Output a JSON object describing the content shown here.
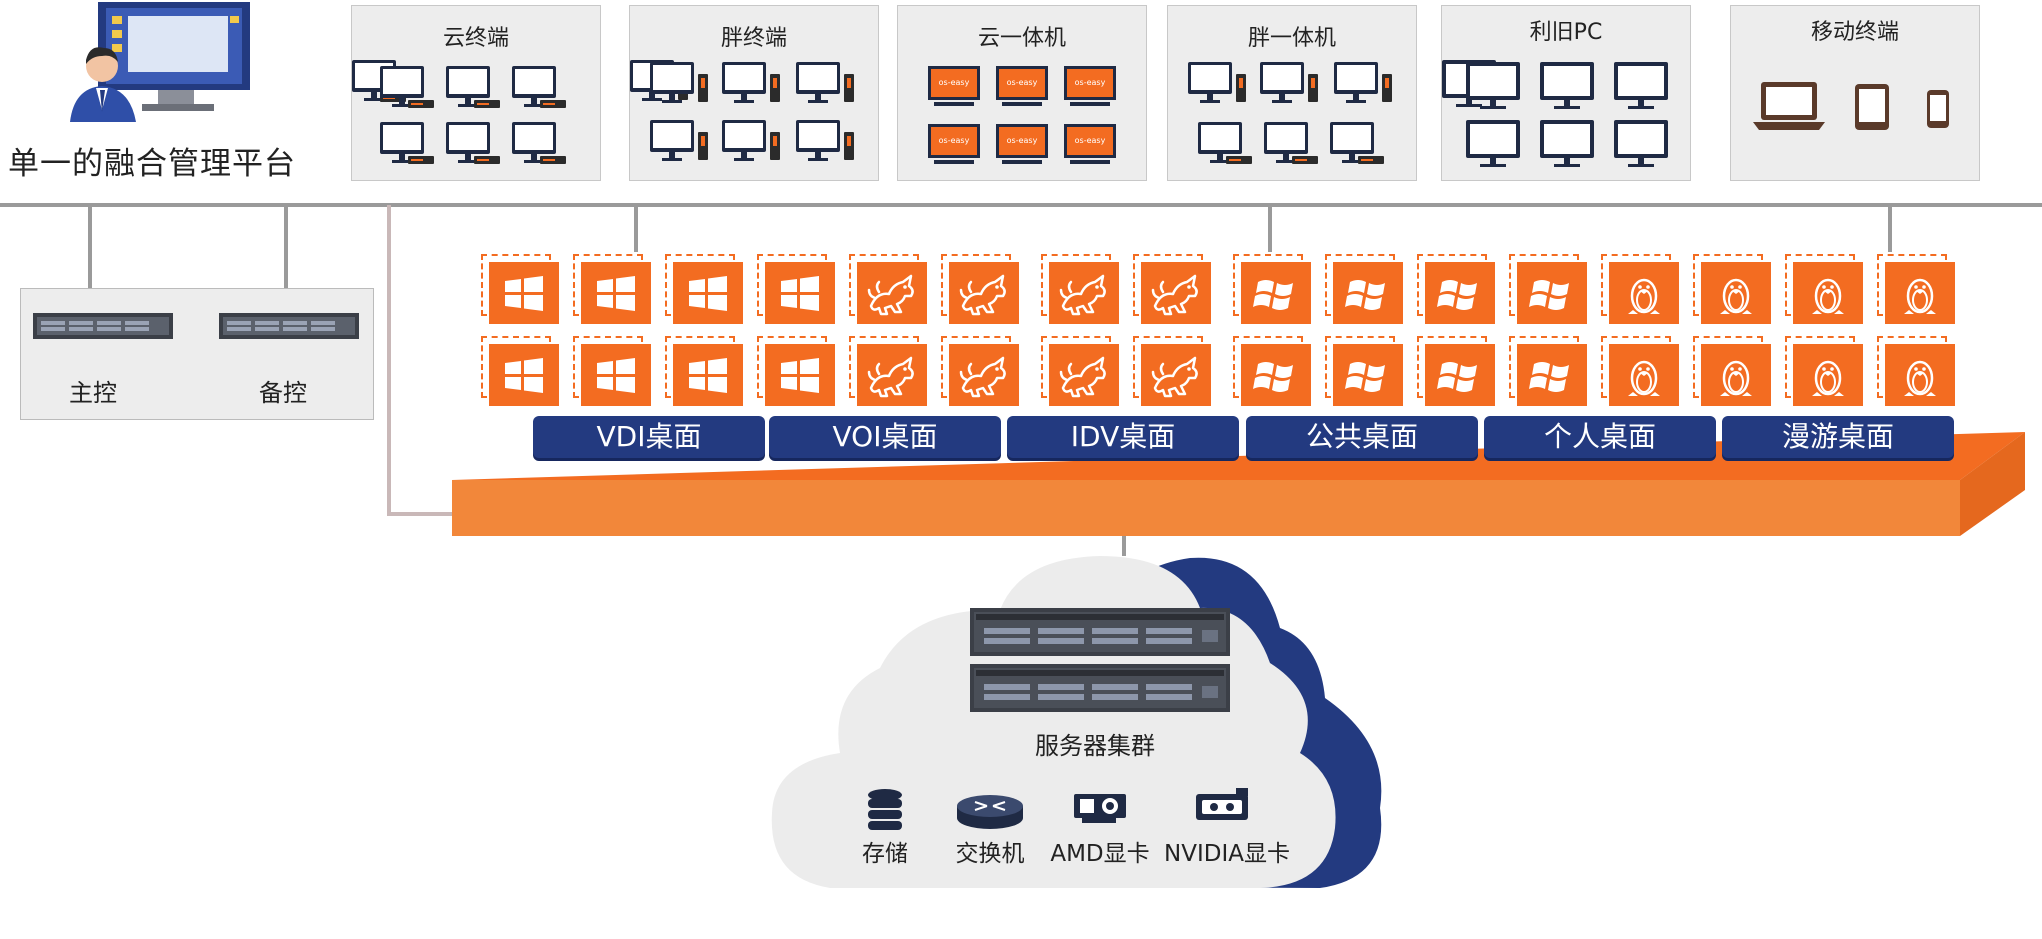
{
  "admin": {
    "title": "单一的融合管理平台"
  },
  "terminal_groups": [
    {
      "title": "云终端"
    },
    {
      "title": "胖终端"
    },
    {
      "title": "云一体机"
    },
    {
      "title": "胖一体机"
    },
    {
      "title": "利旧PC"
    },
    {
      "title": "移动终端"
    }
  ],
  "screen_text": "os-easy",
  "controllers": {
    "primary": "主控",
    "backup": "备控"
  },
  "desktop_types": [
    {
      "label": "VDI桌面",
      "icon": "windows-icon"
    },
    {
      "label": "VOI桌面",
      "icon": "kylin-icon"
    },
    {
      "label": "IDV桌面",
      "icon": "kylin-icon"
    },
    {
      "label": "公共桌面",
      "icon": "windows-xp-icon"
    },
    {
      "label": "个人桌面",
      "icon": "windows-xp-icon"
    },
    {
      "label": "漫游桌面",
      "icon": "linux-tux-icon"
    }
  ],
  "cloud": {
    "caption": "服务器集群",
    "resources": [
      {
        "label": "存储"
      },
      {
        "label": "交换机"
      },
      {
        "label": "AMD显卡"
      },
      {
        "label": "NVIDIA显卡"
      }
    ]
  },
  "colors": {
    "accent_orange": "#f36c21",
    "platform_orange": "#f2873a",
    "navy": "#233a80",
    "box_gray": "#ededed",
    "line_gray": "#999999"
  }
}
